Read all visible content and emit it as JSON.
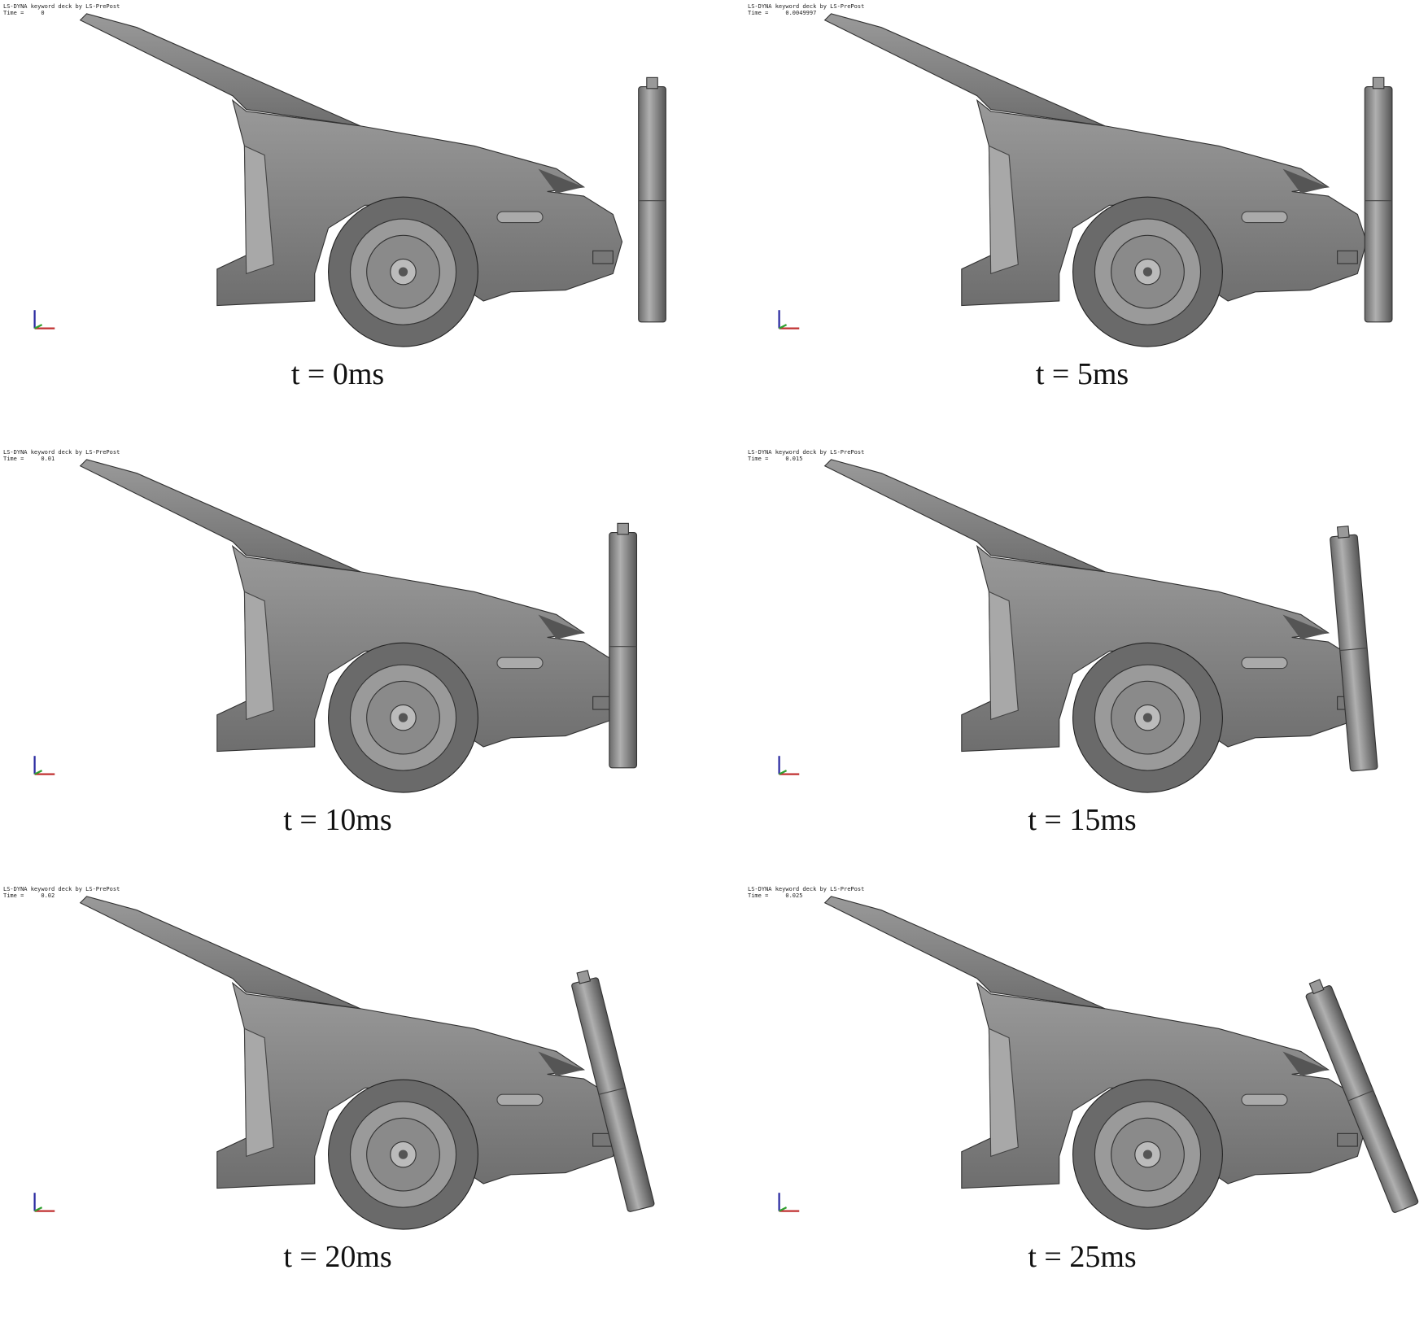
{
  "header_text": "LS-DYNA keyword deck by LS-PrePost",
  "time_label": "Time =",
  "frames": [
    {
      "time_value": "0",
      "caption": "t = 0ms"
    },
    {
      "time_value": "0.0049997",
      "caption": "t = 5ms"
    },
    {
      "time_value": "0.01",
      "caption": "t = 10ms"
    },
    {
      "time_value": "0.015",
      "caption": "t = 15ms"
    },
    {
      "time_value": "0.02",
      "caption": "t = 20ms"
    },
    {
      "time_value": "0.025",
      "caption": "t = 25ms"
    }
  ],
  "colors": {
    "body": "#8a8a8a",
    "dark": "#555555",
    "light": "#b8b8b8"
  }
}
